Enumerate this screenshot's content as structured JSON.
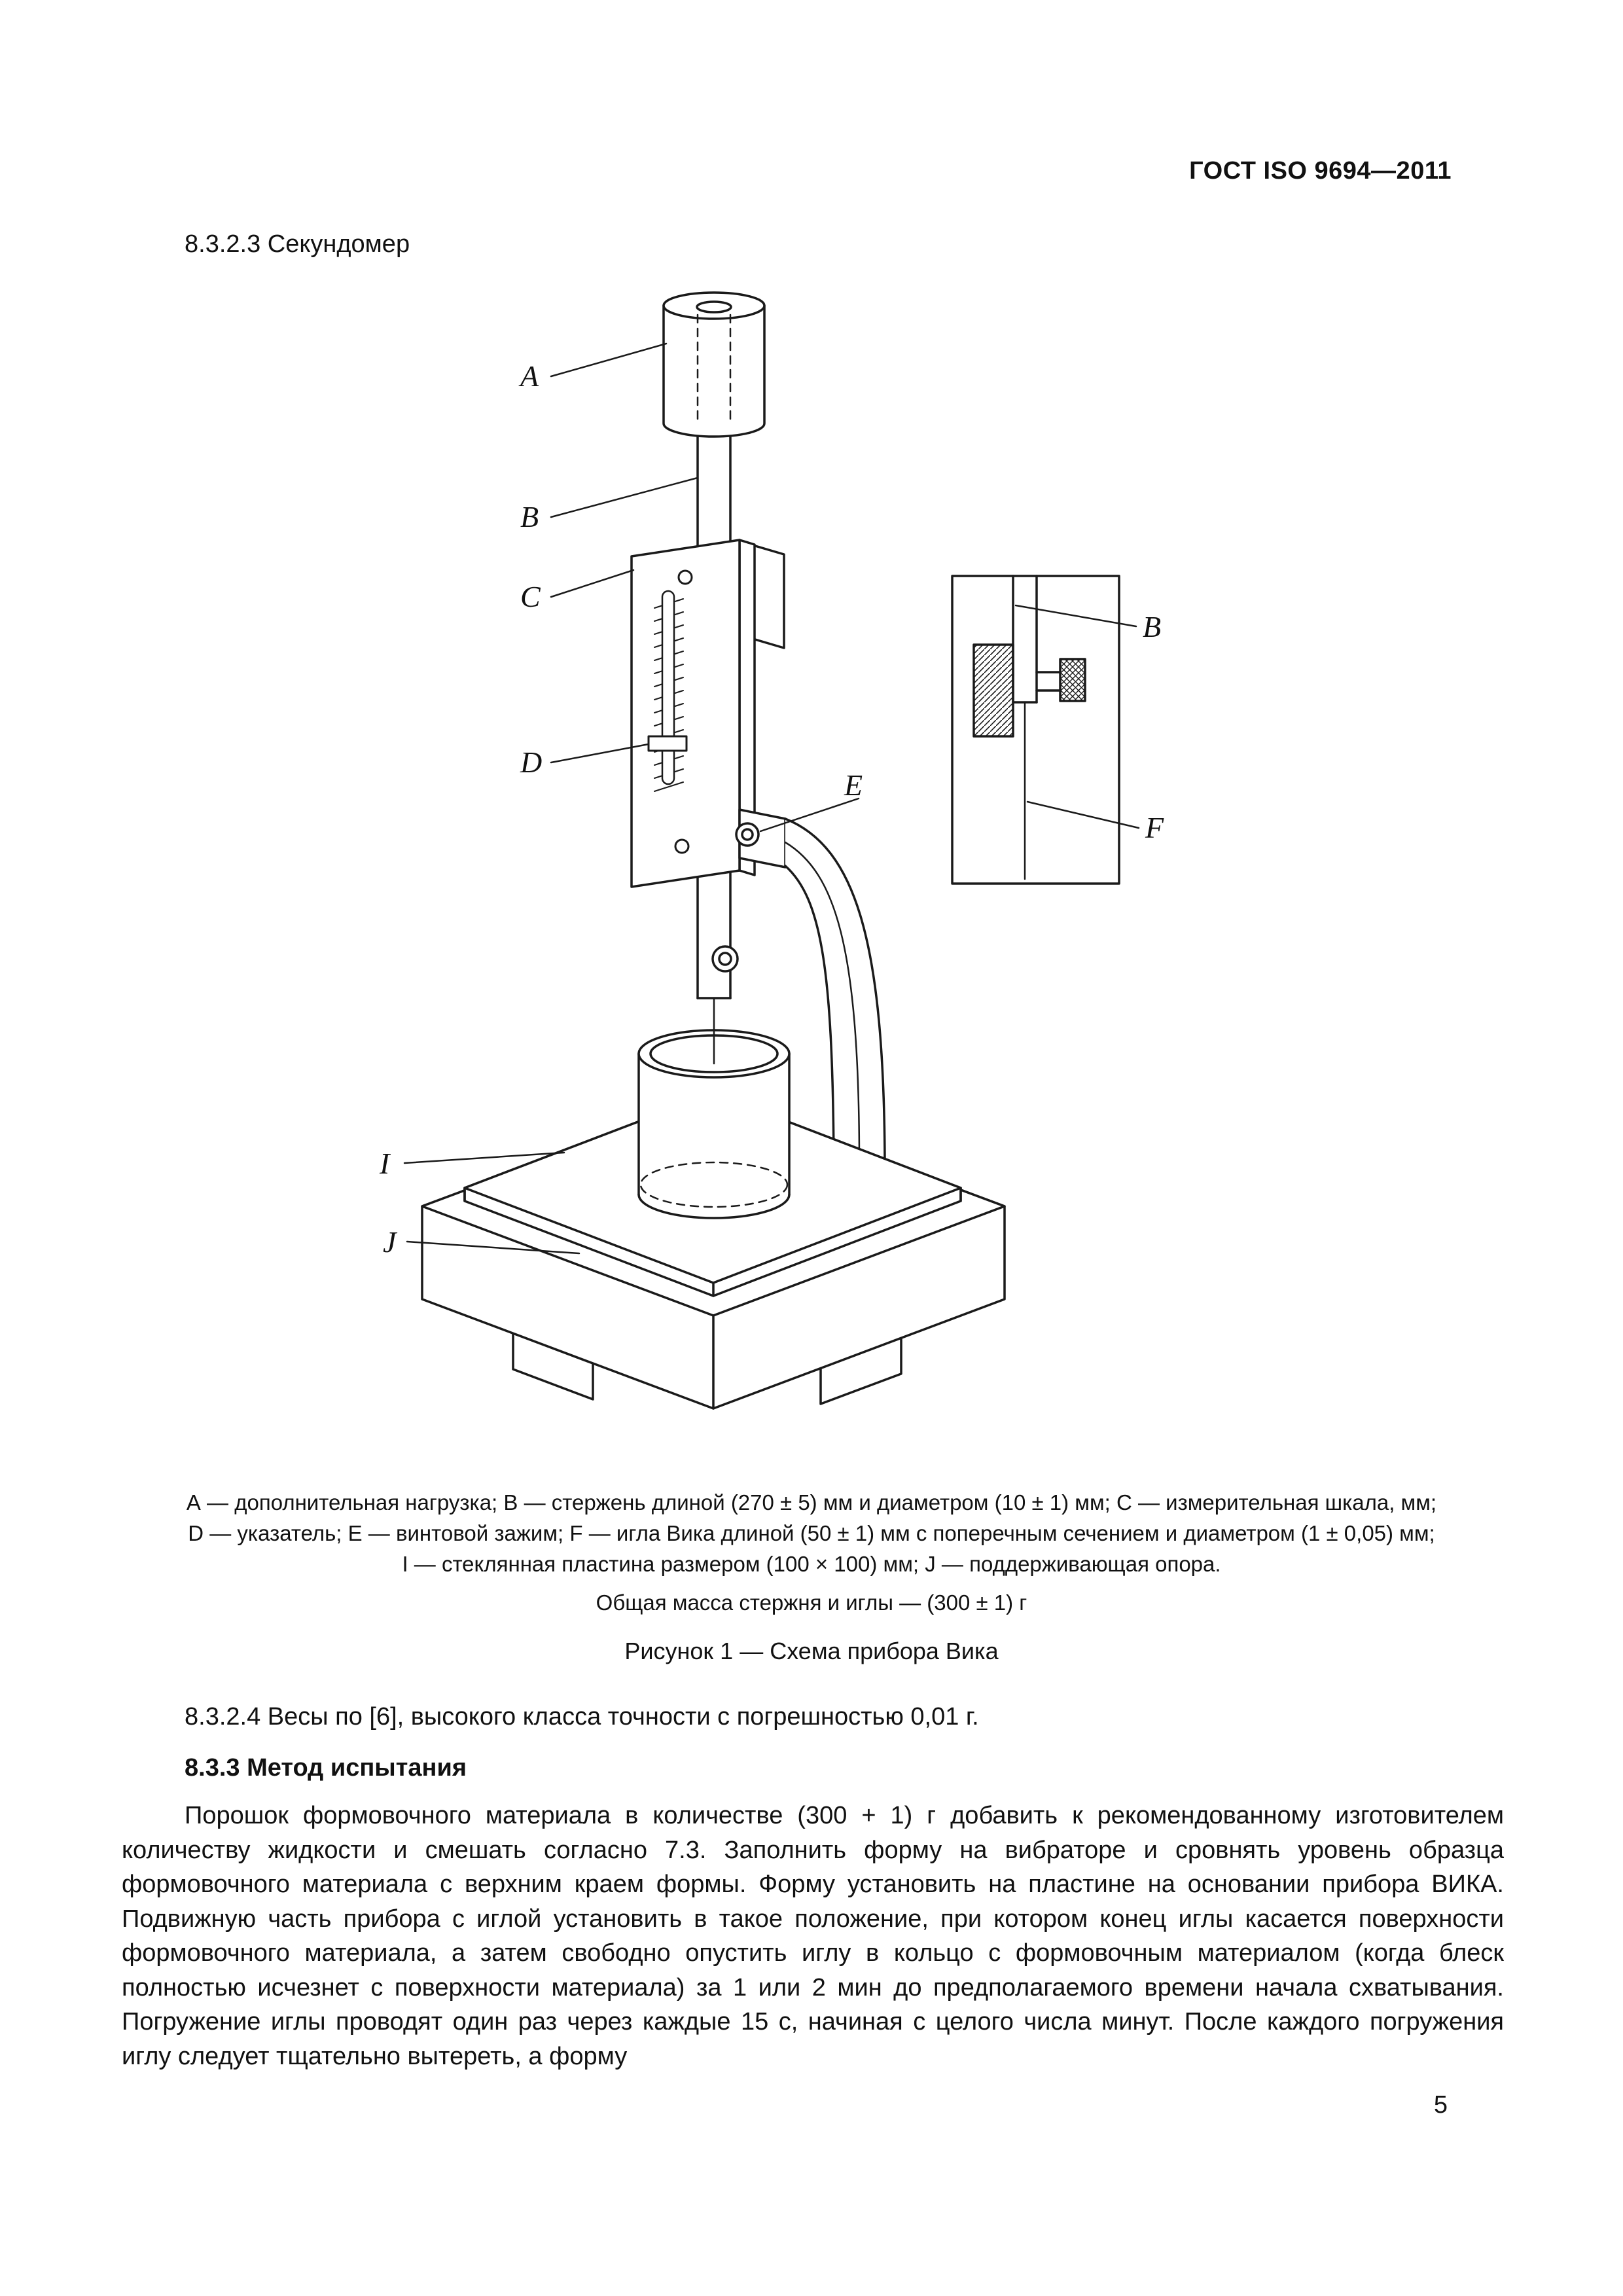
{
  "page": {
    "header": "ГОСТ ISO 9694—2011",
    "number": "5"
  },
  "sections": {
    "s8323": "8.3.2.3 Секундомер",
    "s8324": "8.3.2.4 Весы по [6], высокого класса точности с погрешностью 0,01 г.",
    "s833": "8.3.3 Метод испытания"
  },
  "figure": {
    "labels": {
      "a": "A",
      "b": "B",
      "c": "C",
      "d": "D",
      "e": "E",
      "f": "F",
      "i": "I",
      "j": "J"
    },
    "caption_lines": [
      "А — дополнительная нагрузка; В — стержень длиной (270 ± 5) мм и диаметром (10 ± 1) мм; С — измерительная шкала, мм;",
      "D — указатель; Е — винтовой зажим; F — игла Вика длиной (50 ± 1) мм с поперечным сечением и диаметром (1 ± 0,05) мм;",
      "I — стеклянная пластина размером (100 × 100) мм; J — поддерживающая опора.",
      "Общая масса стержня и иглы — (300 ± 1) г"
    ],
    "title": "Рисунок 1 — Схема прибора Вика"
  },
  "body": {
    "paragraph": "Порошок формовочного материала в количестве (300 + 1) г добавить к рекомендованному изготовителем количеству жидкости и смешать согласно 7.3. Заполнить форму на вибраторе и сровнять уровень образца формовочного материала с верхним краем формы. Форму установить на пластине на основании прибора ВИКА. Подвижную часть прибора с иглой установить в такое положение, при котором конец иглы касается поверхности формовочного материала, а затем свободно опустить иглу в кольцо с формовочным материалом (когда блеск полностью исчезнет с поверхности материала) за 1 или 2 мин до предполагаемого времени начала схватывания. Погружение иглы проводят один раз через каждые 15 с, начиная с целого числа минут. После каждого погружения иглу следует тщательно вытереть, а форму"
  }
}
